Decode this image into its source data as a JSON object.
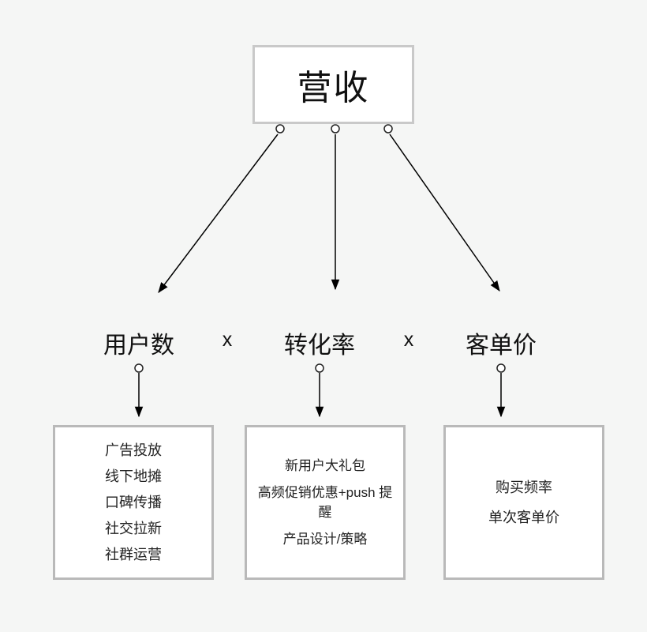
{
  "diagram": {
    "root": {
      "label": "营收"
    },
    "operator": "x",
    "factors": [
      {
        "label": "用户数",
        "details": [
          "广告投放",
          "线下地摊",
          "口碑传播",
          "社交拉新",
          "社群运营"
        ]
      },
      {
        "label": "转化率",
        "details": [
          "新用户大礼包",
          "高频促销优惠+push 提醒",
          "产品设计/策略"
        ]
      },
      {
        "label": "客单价",
        "details": [
          "购买频率",
          "单次客单价"
        ]
      }
    ]
  },
  "colors": {
    "background": "#f5f6f5",
    "box_background": "#ffffff",
    "box_border": "#b9b9b9",
    "connector": "#000000",
    "text": "#1a1a1a"
  }
}
